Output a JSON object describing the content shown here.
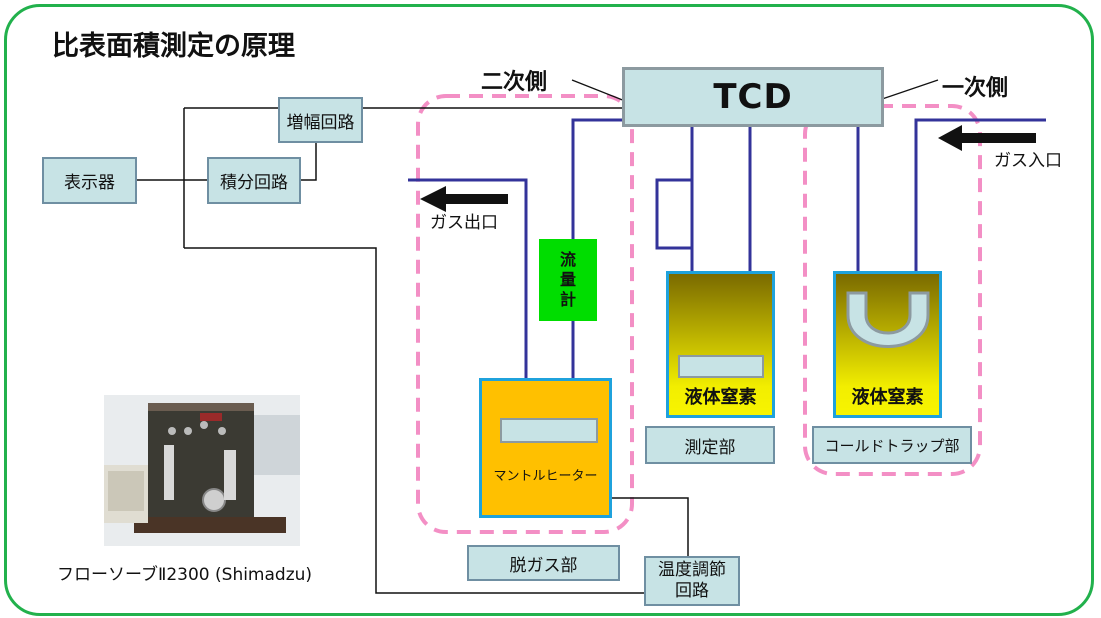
{
  "title": "比表面積測定の原理",
  "tcd": "TCD",
  "secondary_side": "二次側",
  "primary_side": "一次側",
  "gas_in": "ガス入口",
  "gas_out": "ガス出口",
  "flow_meter": [
    "流",
    "量",
    "計"
  ],
  "boxes": {
    "display": "表示器",
    "amplifier": "増幅回路",
    "integrator": "積分回路",
    "measurement": "測定部",
    "cold_trap": "コールドトラップ部",
    "degas": "脱ガス部",
    "temp_control_1": "温度調節",
    "temp_control_2": "回路"
  },
  "liquid_nitrogen": "液体窒素",
  "mantle_heater": "マントルヒーター",
  "caption": "フローソーブⅡ2300 (Shimadzu)",
  "colors": {
    "frame": "#22b14c",
    "pipe": "#33339a",
    "dashed": "#f38fc5",
    "box_fill": "#c7e3e5",
    "heater": "#ffc000",
    "flow_meter": "#00dd00",
    "flask_edge": "#1fa2dc"
  }
}
